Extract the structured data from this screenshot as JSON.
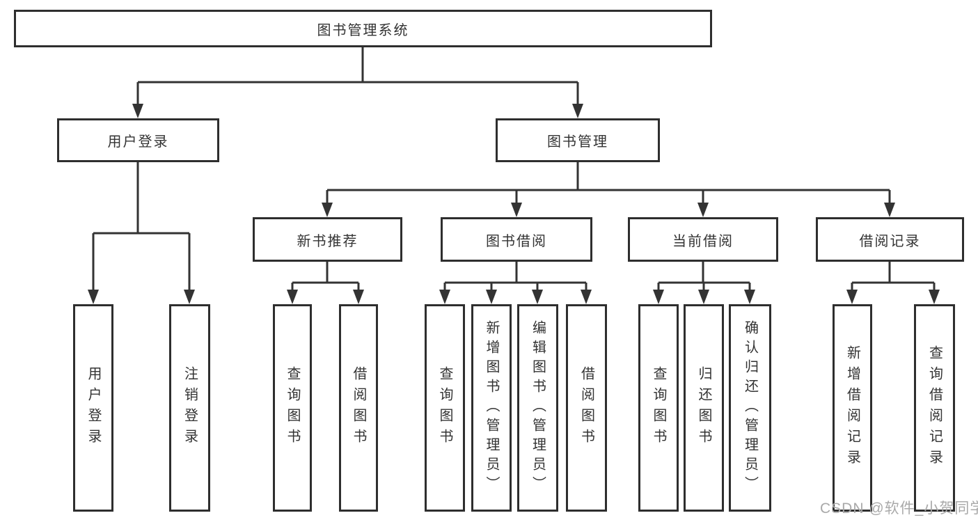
{
  "diagram": {
    "root": {
      "label": "图书管理系统"
    },
    "branches": [
      {
        "label": "用户登录",
        "children": [
          {
            "label": "用户登录"
          },
          {
            "label": "注销登录"
          }
        ]
      },
      {
        "label": "图书管理",
        "children": [
          {
            "label": "新书推荐",
            "children": [
              {
                "label": "查询图书"
              },
              {
                "label": "借阅图书"
              }
            ]
          },
          {
            "label": "图书借阅",
            "children": [
              {
                "label": "查询图书"
              },
              {
                "label": "新增图书（管理员）"
              },
              {
                "label": "编辑图书（管理员）"
              },
              {
                "label": "借阅图书"
              }
            ]
          },
          {
            "label": "当前借阅",
            "children": [
              {
                "label": "查询图书"
              },
              {
                "label": "归还图书"
              },
              {
                "label": "确认归还（管理员）"
              }
            ]
          },
          {
            "label": "借阅记录",
            "children": [
              {
                "label": "新增借阅记录"
              },
              {
                "label": "查询借阅记录"
              }
            ]
          }
        ]
      }
    ]
  },
  "watermark": {
    "text": "CSDN @软件_小贺同学"
  },
  "colors": {
    "background": "#ffffff",
    "line": "#333333",
    "box_border": "#2e2e2e",
    "text": "#333333",
    "watermark": "#a9a9a9"
  }
}
